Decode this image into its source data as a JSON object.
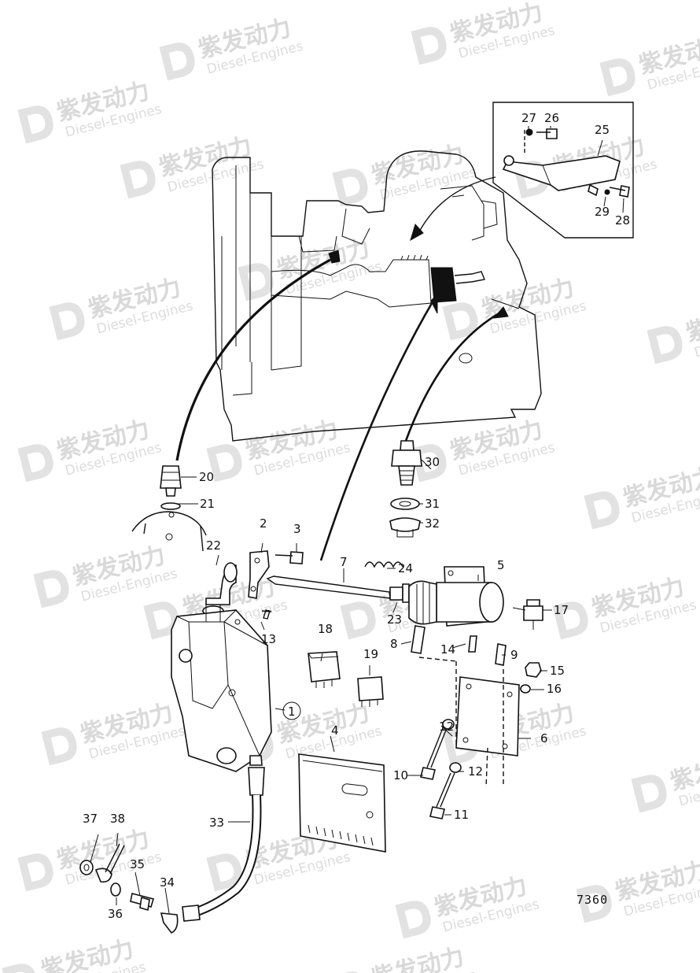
{
  "diagram": {
    "reference_number": "7360",
    "watermark": {
      "text": "紫发动力",
      "subtext": "Diesel-Engines"
    },
    "callouts": [
      {
        "id": "c1",
        "label": "1"
      },
      {
        "id": "c2",
        "label": "2"
      },
      {
        "id": "c3",
        "label": "3"
      },
      {
        "id": "c4",
        "label": "4"
      },
      {
        "id": "c5",
        "label": "5"
      },
      {
        "id": "c6",
        "label": "6"
      },
      {
        "id": "c7",
        "label": "7"
      },
      {
        "id": "c8",
        "label": "8"
      },
      {
        "id": "c9",
        "label": "9"
      },
      {
        "id": "c10",
        "label": "10"
      },
      {
        "id": "c11",
        "label": "11"
      },
      {
        "id": "c12a",
        "label": "12"
      },
      {
        "id": "c12b",
        "label": "12"
      },
      {
        "id": "c13",
        "label": "13"
      },
      {
        "id": "c14",
        "label": "14"
      },
      {
        "id": "c15",
        "label": "15"
      },
      {
        "id": "c16",
        "label": "16"
      },
      {
        "id": "c17",
        "label": "17"
      },
      {
        "id": "c18",
        "label": "18"
      },
      {
        "id": "c19",
        "label": "19"
      },
      {
        "id": "c20",
        "label": "20"
      },
      {
        "id": "c21",
        "label": "21"
      },
      {
        "id": "c22",
        "label": "22"
      },
      {
        "id": "c23",
        "label": "23"
      },
      {
        "id": "c24",
        "label": "24"
      },
      {
        "id": "c25",
        "label": "25"
      },
      {
        "id": "c26",
        "label": "26"
      },
      {
        "id": "c27",
        "label": "27"
      },
      {
        "id": "c28",
        "label": "28"
      },
      {
        "id": "c29",
        "label": "29"
      },
      {
        "id": "c30",
        "label": "30"
      },
      {
        "id": "c31",
        "label": "31"
      },
      {
        "id": "c32",
        "label": "32"
      },
      {
        "id": "c33",
        "label": "33"
      },
      {
        "id": "c34",
        "label": "34"
      },
      {
        "id": "c35",
        "label": "35"
      },
      {
        "id": "c36",
        "label": "36"
      },
      {
        "id": "c37",
        "label": "37"
      },
      {
        "id": "c38",
        "label": "38"
      }
    ]
  }
}
